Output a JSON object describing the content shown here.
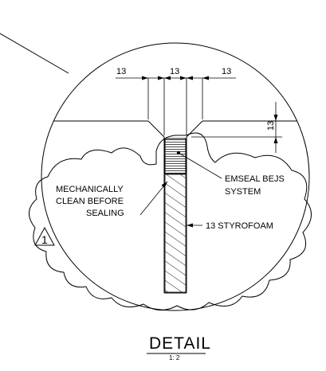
{
  "dimensions": {
    "left": "13",
    "center": "13",
    "right": "13",
    "vertical": "13"
  },
  "notes": {
    "clean": [
      "MECHANICALLY",
      "CLEAN  BEFORE",
      "SEALING"
    ],
    "emseal": [
      "EMSEAL BEJS",
      "SYSTEM"
    ],
    "styrofoam": "13 STYROFOAM"
  },
  "revision": {
    "number": "1"
  },
  "title": {
    "label": "DETAIL",
    "scale": "1: 2"
  }
}
